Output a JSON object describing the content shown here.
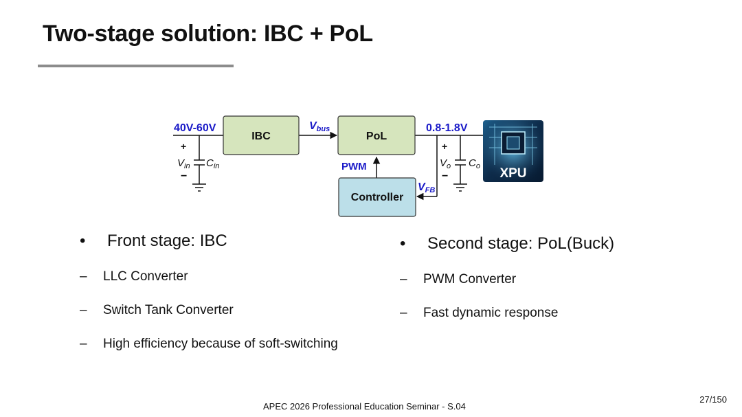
{
  "slide": {
    "title": "Two-stage solution:  IBC + PoL",
    "footer": "APEC 2026 Professional Education Seminar  -  S.04",
    "page_number": "27/150"
  },
  "diagram": {
    "input_voltage": "40V-60V",
    "ibc_label": "IBC",
    "vbus_main": "V",
    "vbus_sub": "bus",
    "pol_label": "PoL",
    "output_voltage": "0.8-1.8V",
    "pwm_label": "PWM",
    "controller_label": "Controller",
    "vfb_main": "V",
    "vfb_sub": "FB",
    "vin_main": "V",
    "vin_sub": "in",
    "cin_main": "C",
    "cin_sub": "in",
    "vo_main": "V",
    "vo_sub": "o",
    "co_main": "C",
    "co_sub": "o",
    "plus": "+",
    "minus": "−",
    "xpu_label": "XPU",
    "colors": {
      "box_green": "#d6e5bd",
      "box_blue": "#bcdfe9",
      "label_blue": "#1a1ac8"
    }
  },
  "left_column": {
    "heading": "Front stage:  IBC",
    "bullet_symbol": "•",
    "dash_symbol": "–",
    "items": [
      "LLC Converter",
      "Switch Tank Converter",
      "High efficiency because of soft-switching"
    ]
  },
  "right_column": {
    "heading": "Second stage:  PoL(Buck)",
    "bullet_symbol": "•",
    "dash_symbol": "–",
    "items": [
      "PWM Converter",
      "Fast dynamic response"
    ]
  }
}
